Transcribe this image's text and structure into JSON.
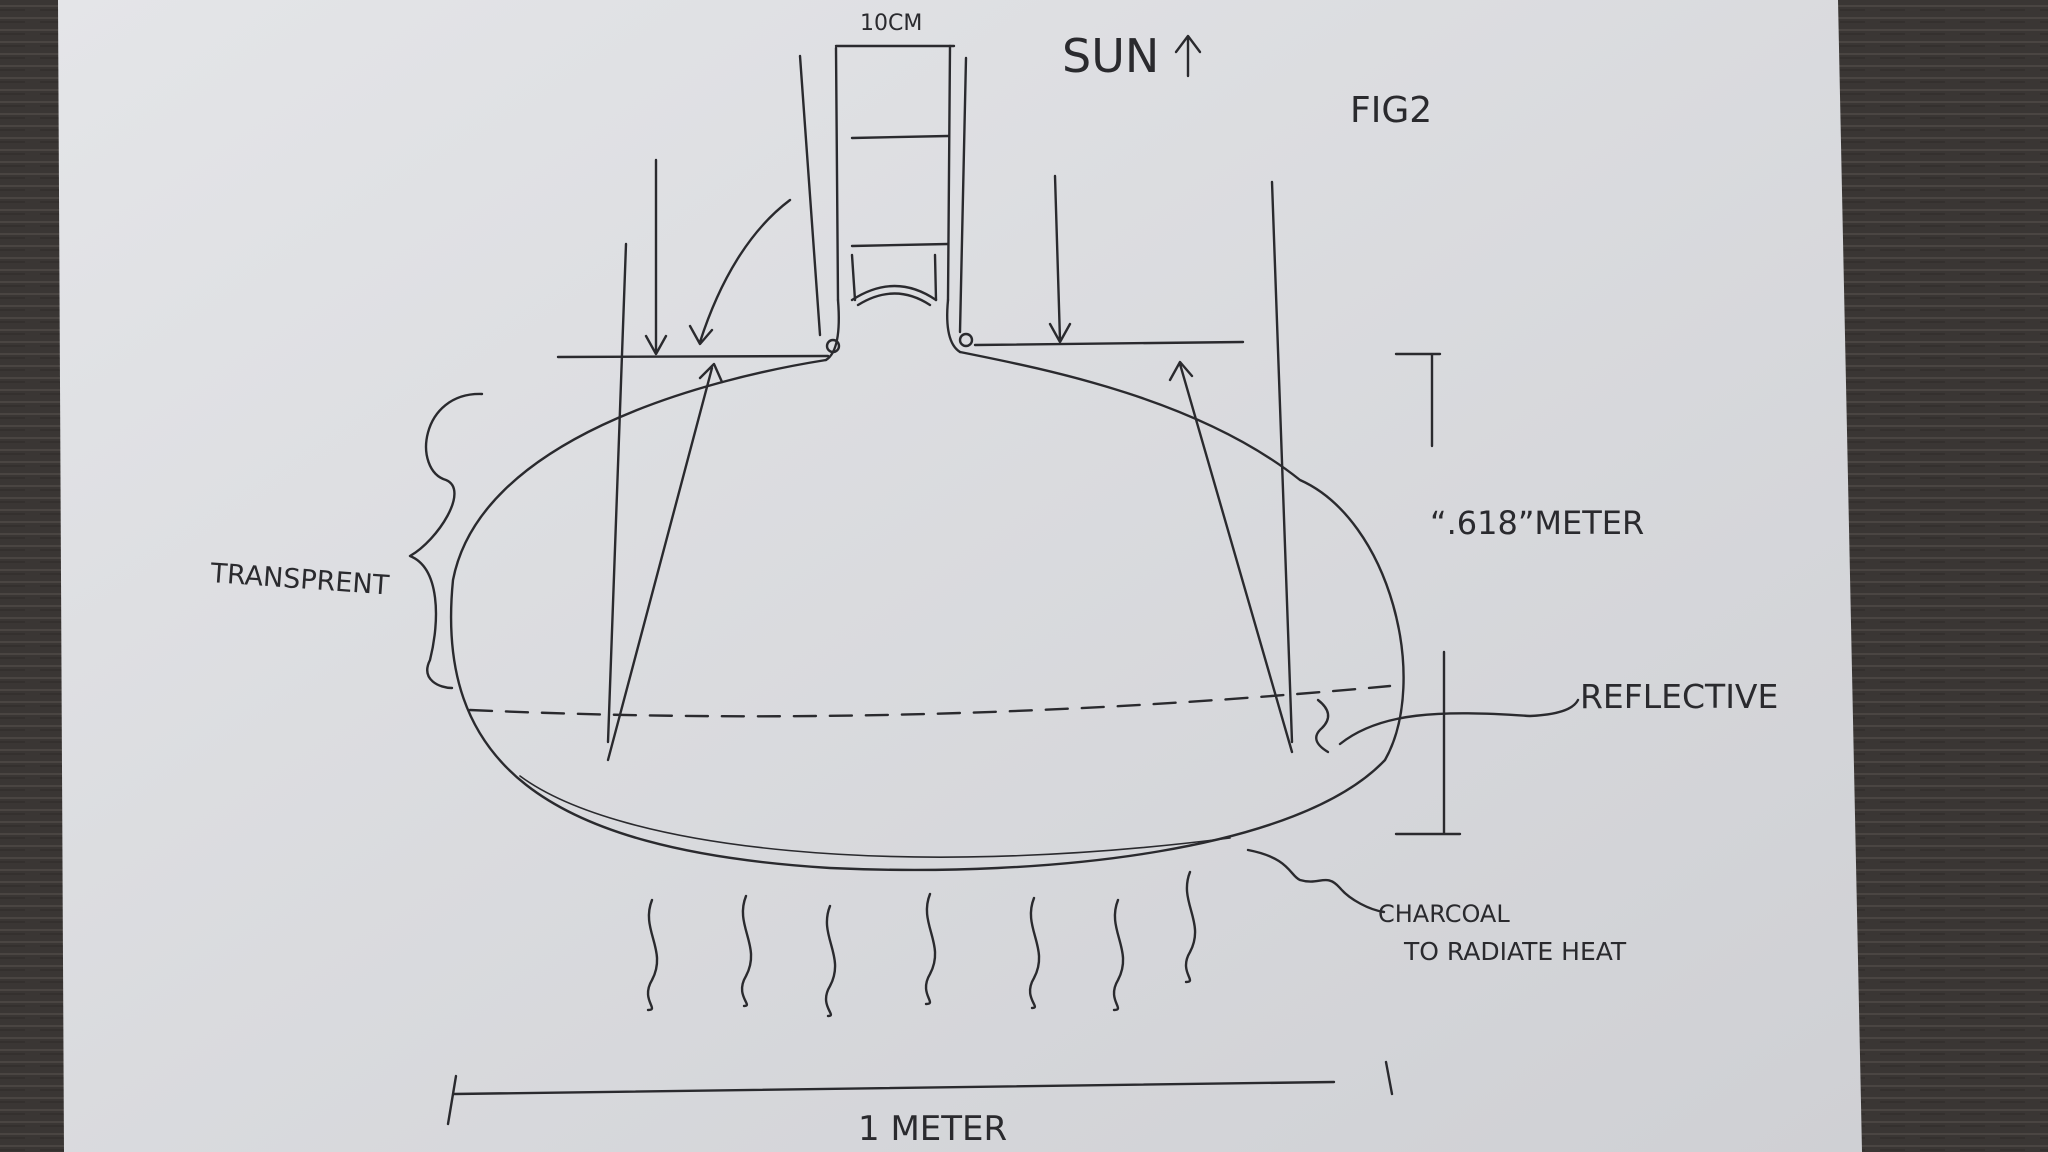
{
  "figure": {
    "label": "FIG2",
    "sun_label": "SUN",
    "tube_width_label": "10CM",
    "height_label": "“.618”METER",
    "width_label": "1 METER",
    "transparent_label": "TRANSPRENT",
    "reflective_label": "REFLECTIVE",
    "charcoal_label_line1": "CHARCOAL",
    "charcoal_label_line2": "TO RADIATE HEAT"
  },
  "colors": {
    "paper": "#dcdde0",
    "ink": "#2a2a2e",
    "table": "#3a3634"
  }
}
